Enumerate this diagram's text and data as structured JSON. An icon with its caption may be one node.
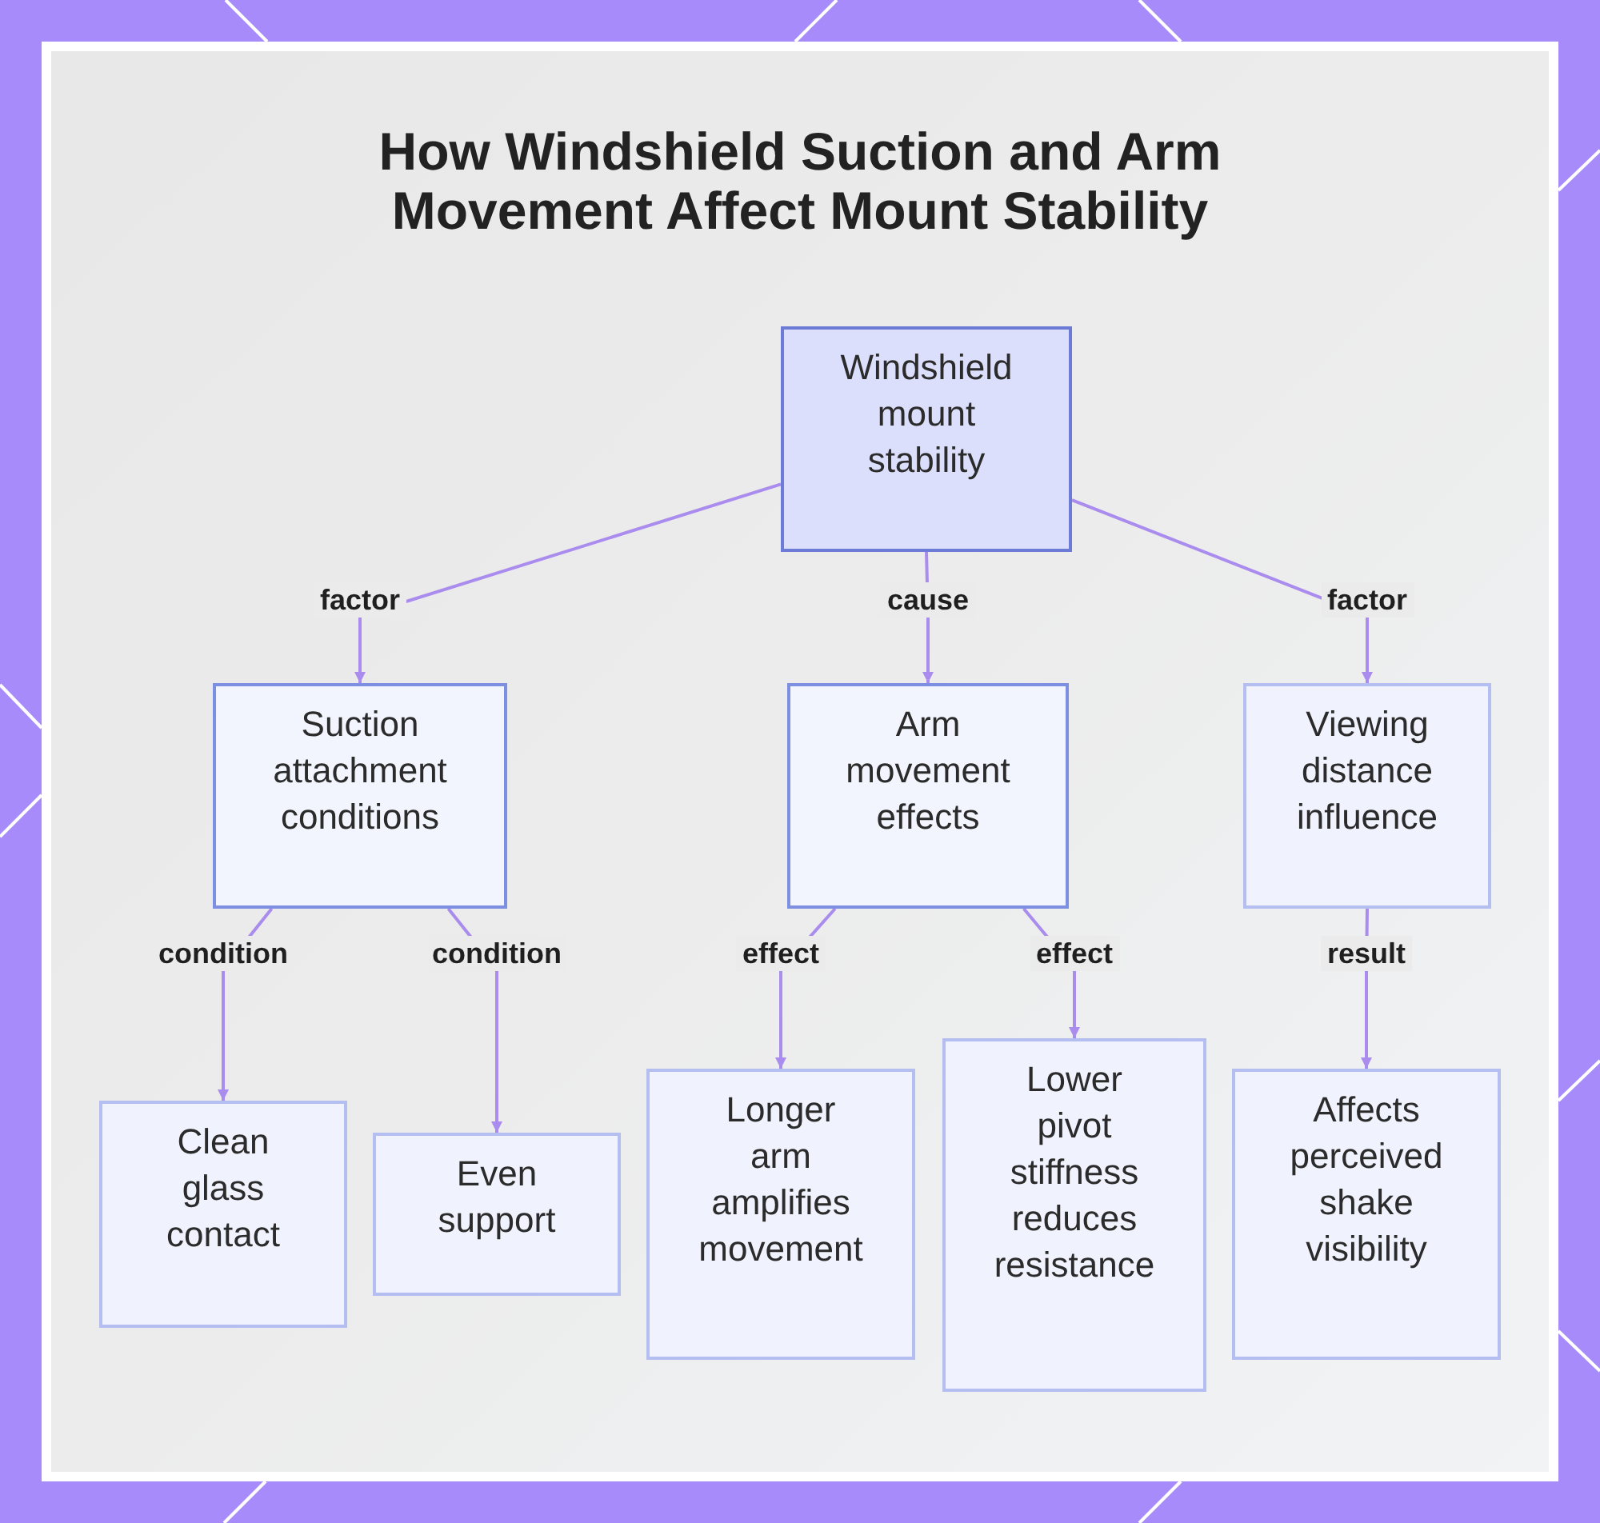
{
  "diagram": {
    "title": "How Windshield Suction and Arm Movement Affect Mount Stability",
    "nodes": [
      {
        "text": [
          "Windshield mount stability"
        ]
      },
      {
        "text": [
          "Suction attachment conditions"
        ]
      },
      {
        "text": [
          "Arm movement effects"
        ]
      },
      {
        "text": [
          "Viewing distance influence"
        ]
      },
      {
        "text": [
          "Clean glass contact"
        ]
      },
      {
        "text": [
          "Even support"
        ]
      },
      {
        "text": [
          "Longer arm amplifies movement"
        ]
      },
      {
        "text": [
          "Lower pivot stiffness reduces resistance"
        ]
      },
      {
        "text": [
          "Affects perceived shake visibility"
        ]
      }
    ],
    "edges": [
      {
        "from": 0,
        "to": 1,
        "arrow": "to",
        "label": "factor"
      },
      {
        "from": 0,
        "to": 2,
        "arrow": "to",
        "label": "cause"
      },
      {
        "from": 0,
        "to": 3,
        "arrow": "to",
        "label": "factor"
      },
      {
        "from": 1,
        "to": 4,
        "arrow": "to",
        "label": "condition"
      },
      {
        "from": 1,
        "to": 5,
        "arrow": "to",
        "label": "condition"
      },
      {
        "from": 2,
        "to": 6,
        "arrow": "to",
        "label": "effect"
      },
      {
        "from": 2,
        "to": 7,
        "arrow": "to",
        "label": "effect"
      },
      {
        "from": 3,
        "to": 8,
        "arrow": "to",
        "label": "result"
      }
    ]
  }
}
